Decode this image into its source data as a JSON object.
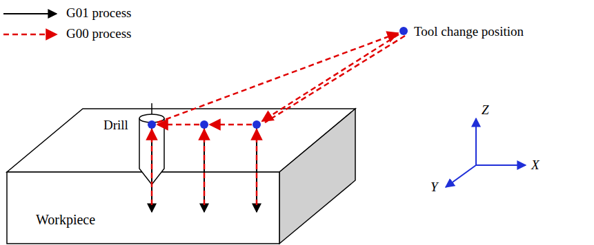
{
  "diagram": {
    "nodes": [
      {
        "text": [
          "Workpiece"
        ]
      }
    ],
    "labels": [
      "Drill",
      "Tool change position",
      "Z",
      "X",
      "Y"
    ],
    "legend": [
      {
        "text": "G01 process"
      },
      {
        "text": "G00 process"
      }
    ]
  }
}
